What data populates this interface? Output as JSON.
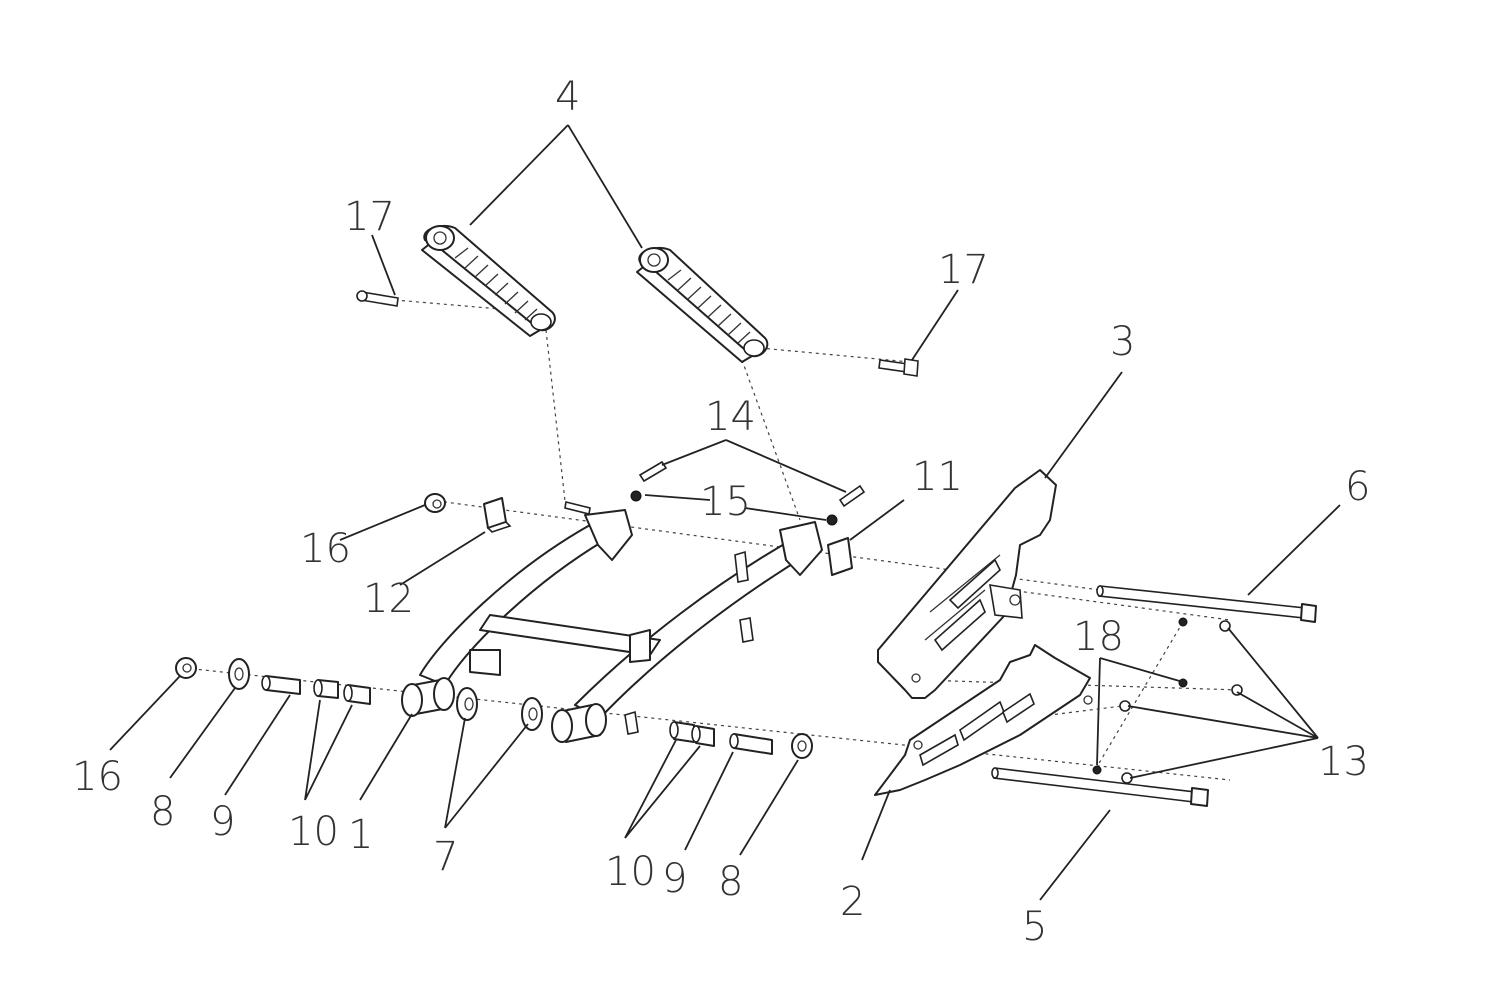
{
  "callouts": {
    "c1": "1",
    "c2": "2",
    "c3": "3",
    "c4": "4",
    "c5": "5",
    "c6": "6",
    "c7": "7",
    "c8a": "8",
    "c8b": "8",
    "c9a": "9",
    "c9b": "9",
    "c10a": "10",
    "c10b": "10",
    "c11": "11",
    "c12": "12",
    "c13": "13",
    "c14": "14",
    "c15": "15",
    "c16a": "16",
    "c16b": "16",
    "c17a": "17",
    "c17b": "17",
    "c18": "18"
  }
}
